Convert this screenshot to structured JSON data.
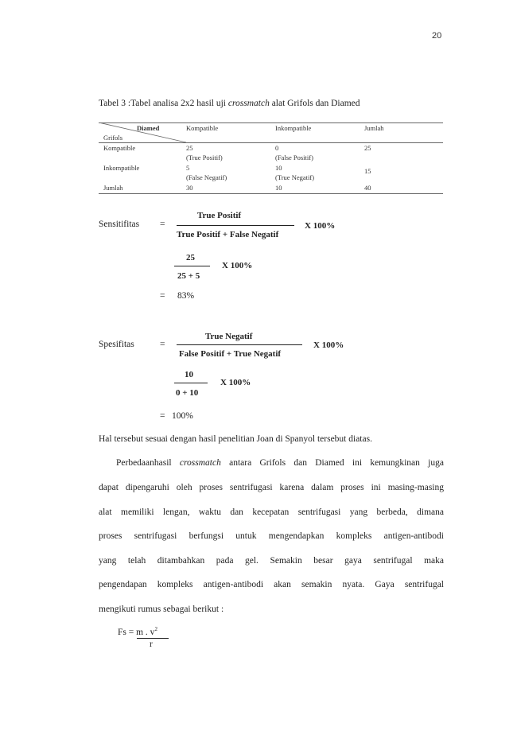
{
  "page_number": "20",
  "caption": {
    "prefix": "Tabel 3 :Tabel analisa 2x2 hasil uji ",
    "italic": "crossmatch",
    "suffix": " alat Grifols dan Diamed"
  },
  "table": {
    "corner_top": "Diamed",
    "corner_bottom": "Grifols",
    "headers": [
      "Kompatible",
      "Inkompatible",
      "Jumlah"
    ],
    "rows": [
      {
        "label": "Kompatible",
        "c1": "25",
        "c1_note": "(True Positif)",
        "c2": "0",
        "c2_note": "(False Positif)",
        "total": "25"
      },
      {
        "label": "Inkompatible",
        "c1": "5",
        "c1_note": "(False Negatif)",
        "c2": "10",
        "c2_note": "(True Negatif)",
        "total": "15"
      },
      {
        "label": "Jumlah",
        "c1": "30",
        "c1_note": "",
        "c2": "10",
        "c2_note": "",
        "total": "40"
      }
    ]
  },
  "sens": {
    "label": "Sensitifitas",
    "eq": "=",
    "numerator": "True Positif",
    "denominator": "True Positif + False Negatif",
    "mult": "X 100%",
    "num2": "25",
    "den2": "25 + 5",
    "mult2": "X 100%",
    "result_eq": "=",
    "result": "83%"
  },
  "spec": {
    "label": "Spesifitas",
    "eq": "=",
    "numerator": "True Negatif",
    "denominator": "False Positif + True Negatif",
    "mult": "X 100%",
    "num2": "10",
    "den2": "0 + 10",
    "mult2": "X 100%",
    "result_eq": "=",
    "result": "100%"
  },
  "sentence1": "Hal tersebut sesuai dengan hasil penelitian Joan di Spanyol tersebut diatas.",
  "paragraph": {
    "l1_a": "Perbedaanhasil ",
    "l1_i": "crossmatch",
    "l1_b": " antara Grifols dan Diamed ini kemungkinan juga",
    "l2": "dapat dipengaruhi oleh proses sentrifugasi karena dalam proses ini masing-masing",
    "l3": "alat memiliki lengan, waktu dan kecepatan sentrifugasi yang berbeda, dimana",
    "l4": "proses sentrifugasi berfungsi untuk mengendapkan kompleks antigen-antibodi",
    "l5": "yang telah ditambahkan pada gel. Semakin besar gaya sentrifugal maka",
    "l6": "pengendapan kompleks antigen-antibodi akan semakin nyata. Gaya  sentrifugal",
    "l7": "mengikuti rumus sebagai berikut :"
  },
  "formula_fs": {
    "lhs": "Fs = ",
    "num": "m . v",
    "sup": "2",
    "den": "r"
  }
}
